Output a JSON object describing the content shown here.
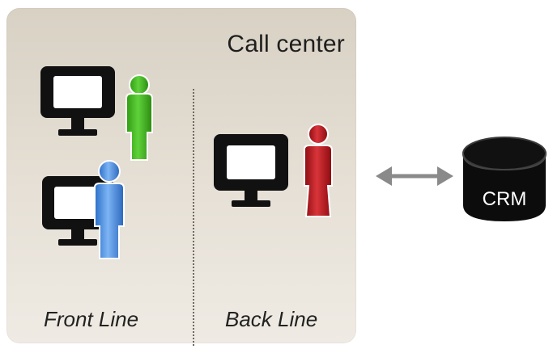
{
  "diagram": {
    "panel_title": "Call center",
    "front_line_label": "Front Line",
    "back_line_label": "Back Line",
    "crm_label": "CRM"
  },
  "nodes": [
    {
      "id": "front-agent-1",
      "group": "Front Line",
      "person_color": "#3cb21e",
      "icons": [
        "monitor-icon",
        "person-icon"
      ]
    },
    {
      "id": "front-agent-2",
      "group": "Front Line",
      "person_color": "#3d86e0",
      "icons": [
        "monitor-icon",
        "person-icon"
      ]
    },
    {
      "id": "back-agent-1",
      "group": "Back Line",
      "person_color": "#b0141a",
      "icons": [
        "monitor-icon",
        "person-icon"
      ]
    },
    {
      "id": "crm",
      "icons": [
        "database-icon"
      ]
    }
  ],
  "edges": [
    {
      "from": "Call center",
      "to": "CRM",
      "style": "double-arrow",
      "color": "#8a8a8a"
    }
  ],
  "colors": {
    "panel_top": "#d8d1c4",
    "panel_bottom": "#efebe4",
    "monitor": "#111111",
    "database": "#111111",
    "green_person": "#3cb21e",
    "blue_person": "#3d86e0",
    "red_person": "#b0141a"
  }
}
